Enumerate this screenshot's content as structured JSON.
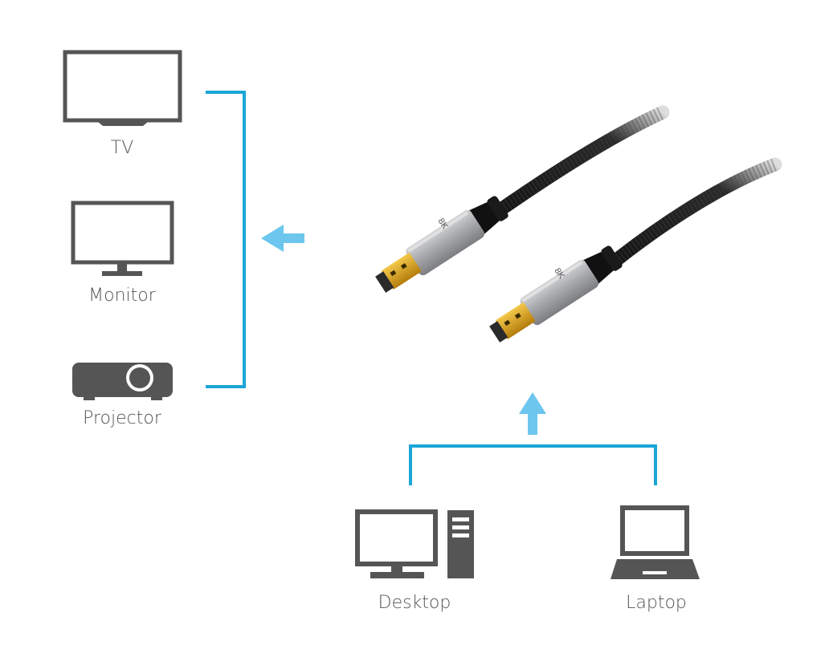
{
  "colors": {
    "icon": "#555555",
    "connector": "#1aa6d8",
    "arrow": "#6cc6ee",
    "cable": "#1a1a1a",
    "housing": "#a9abad",
    "gold": "#d6a21a"
  },
  "outputs": [
    {
      "label": "TV",
      "icon": "tv-icon"
    },
    {
      "label": "Monitor",
      "icon": "monitor-icon"
    },
    {
      "label": "Projector",
      "icon": "projector-icon"
    }
  ],
  "inputs": [
    {
      "label": "Desktop",
      "icon": "desktop-icon"
    },
    {
      "label": "Laptop",
      "icon": "laptop-icon"
    }
  ],
  "connector_marking": "8K"
}
